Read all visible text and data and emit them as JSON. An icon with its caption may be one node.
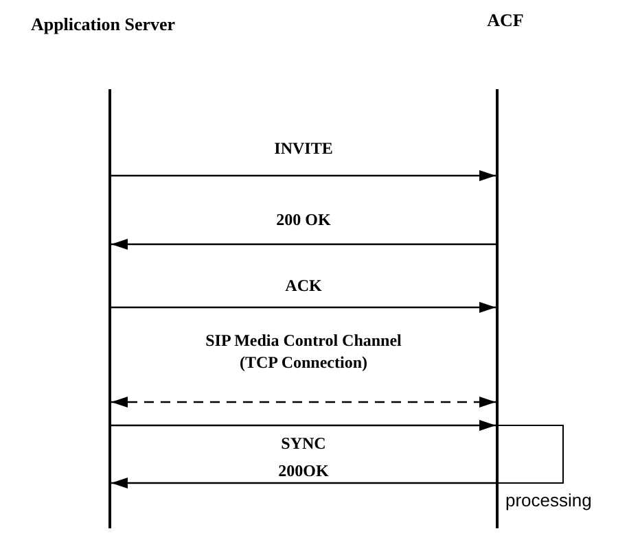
{
  "diagram": {
    "nodes": [
      {
        "text": [
          "Application Server"
        ]
      },
      {
        "text": [
          "ACF"
        ]
      }
    ],
    "edges": [
      {
        "from": 0,
        "to": 1,
        "arrow": "to",
        "label": "INVITE"
      },
      {
        "from": 1,
        "to": 0,
        "arrow": "to",
        "label": "200 OK"
      },
      {
        "from": 0,
        "to": 1,
        "arrow": "to",
        "label": "ACK"
      },
      {
        "from": 0,
        "to": 1,
        "arrow": "both",
        "style": "dashed",
        "label": "SIP Media Control Channel (TCP Connection)"
      },
      {
        "from": 0,
        "to": 1,
        "arrow": "to",
        "label": "SYNC"
      },
      {
        "from": 1,
        "to": 0,
        "arrow": "to",
        "label": "200OK"
      }
    ],
    "labels": [
      "processing"
    ]
  }
}
